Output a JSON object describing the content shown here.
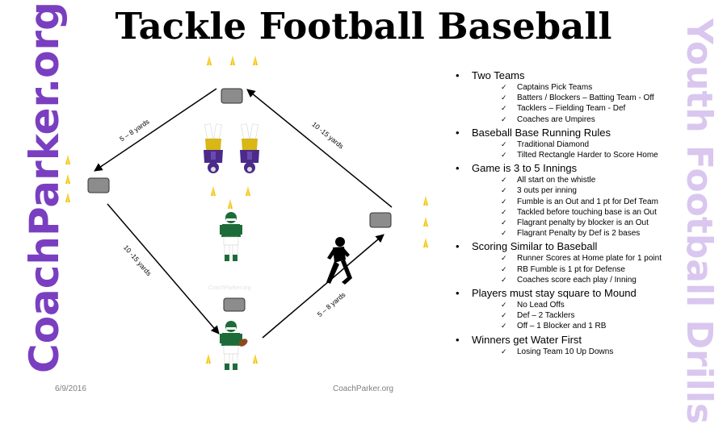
{
  "title": "Tackle Football Baseball",
  "brand_left": "CoachParker.org",
  "brand_right": "Youth Football Drills",
  "watermark": "CoachParker.org",
  "footer": {
    "date": "6/9/2016",
    "site": "CoachParker.org"
  },
  "distances": {
    "top_left": "5 – 8 yards",
    "top_right": "10 -15 yards",
    "bottom_left": "10 -15 yards",
    "bottom_right": "5 – 8 yards"
  },
  "rules": [
    {
      "heading": "Two Teams",
      "items": [
        "Captains Pick Teams",
        "Batters / Blockers – Batting Team - Off",
        "Tacklers – Fielding Team - Def",
        "Coaches are Umpires"
      ]
    },
    {
      "heading": "Baseball Base Running Rules",
      "items": [
        "Traditional Diamond",
        "Tilted Rectangle Harder to Score Home"
      ]
    },
    {
      "heading": "Game is 3 to 5 Innings",
      "items": [
        "All start on the whistle",
        "3 outs per inning",
        "Fumble is an Out and 1 pt for Def Team",
        "Tackled before touching base is an Out",
        "Flagrant penalty by blocker is an Out",
        "Flagrant Penalty by Def is 2 bases"
      ]
    },
    {
      "heading": "Scoring Similar to Baseball",
      "items": [
        "Runner Scores at Home plate for 1 point",
        "RB Fumble is 1 pt for Defense",
        "Coaches score each play / Inning"
      ]
    },
    {
      "heading": "Players must stay square to Mound",
      "items": [
        "No Lead Offs",
        "Def – 2 Tacklers",
        "Off – 1 Blocker and 1 RB"
      ]
    },
    {
      "heading": "Winners get Water First",
      "items": [
        "Losing Team 10 Up Downs"
      ]
    }
  ],
  "colors": {
    "brand_left": "#7a3fc0",
    "brand_right": "#d9c7ef",
    "cone": "#f2c200",
    "base": "#8c8c8c",
    "offense_green": "#1e6b3a",
    "defense_purple": "#4b2a8a",
    "defense_gold": "#d8b716"
  },
  "icons": [
    "cone-icon",
    "base-icon",
    "offense-player-icon",
    "defense-player-icon",
    "runner-silhouette-icon",
    "football-icon",
    "arrow-icon"
  ]
}
